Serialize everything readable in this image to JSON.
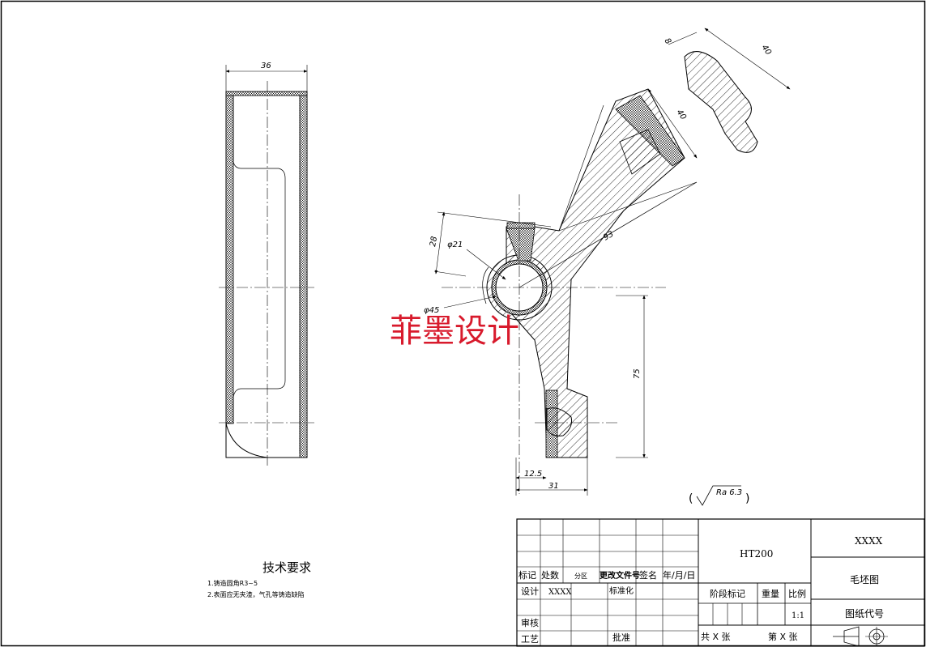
{
  "dimensions": {
    "side_width": "36",
    "d8": "8",
    "d40a": "40",
    "d40b": "40",
    "d28": "28",
    "phi21": "φ21",
    "d93": "93",
    "phi45": "φ45",
    "d75": "75",
    "d12_5": "12.5",
    "d31": "31"
  },
  "roughness": {
    "open": "(",
    "value": "Ra 6.3",
    "close": ")"
  },
  "watermark": "菲墨设计",
  "tech_requirements": {
    "title": "技术要求",
    "items": [
      "1.铸造圆角R3~5",
      "2.表面应无夹渣，气孔等铸造缺陷"
    ]
  },
  "title_block": {
    "material": "HT200",
    "company": "XXXX",
    "drawing_name": "毛坯图",
    "drawing_code_label": "图纸代号",
    "scale_label": "比例",
    "scale_value": "1:1",
    "stage_label": "阶段标记",
    "weight_label": "重量",
    "sheets": "共  X  张",
    "sheet_no": "第  X  张",
    "rev_headers": [
      "标记",
      "处数",
      "分区",
      "更改文件号",
      "签名",
      "年/月/日"
    ],
    "design_label": "设计",
    "designer": "XXXX",
    "std_label": "标准化",
    "check_label": "审核",
    "process_label": "工艺",
    "approve_label": "批准"
  }
}
